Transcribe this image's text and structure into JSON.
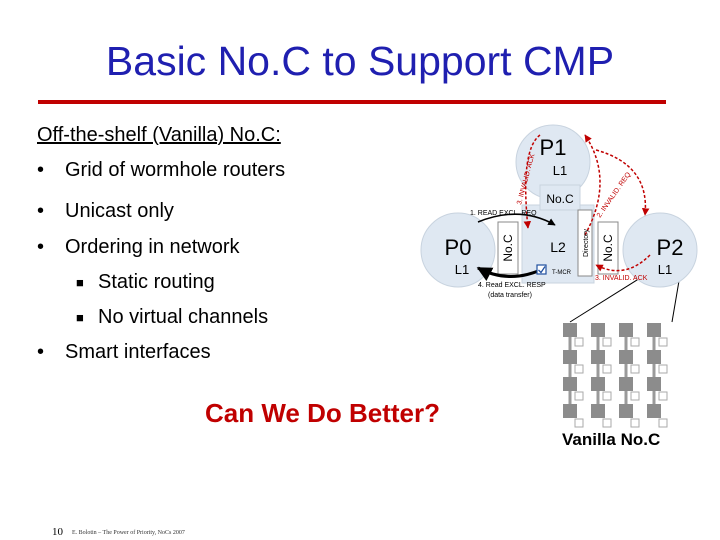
{
  "slide": {
    "title": "Basic No.C to Support CMP",
    "heading": "Off-the-shelf (Vanilla) No.C:",
    "bullets": [
      "Grid of wormhole routers",
      "Unicast only",
      "Ordering in network"
    ],
    "sub_bullets": [
      "Static routing",
      "No virtual channels"
    ],
    "last_bullet": "Smart interfaces",
    "callout": "Can We Do Better?",
    "vanilla_label": "Vanilla No.C",
    "slide_number": "10",
    "footer": "E. Bolotin – The Power of Priority, NoCs 2007",
    "colors": {
      "title": "#1f1fb0",
      "accent": "#c00000",
      "node": "#dfe8f2"
    }
  },
  "diagram": {
    "p1": "P1",
    "p1_cache": "L1",
    "p0": "P0",
    "p0_cache": "L1",
    "p2": "P2",
    "p2_cache": "L1",
    "noc_center": "No.C",
    "l2": "L2",
    "noc_left": "No.C",
    "noc_right": "No.C",
    "directory": "Directory",
    "m1": "1. READ EXCL. REQ",
    "m2": "2. INVALID. REQ",
    "m3a": "3. INVALID. ACK",
    "m3b": "3. INVALID. ACK",
    "m4": "4. Read EXCL. RESP",
    "m4b": "(data transfer)",
    "tmcr": "T-MCR"
  }
}
